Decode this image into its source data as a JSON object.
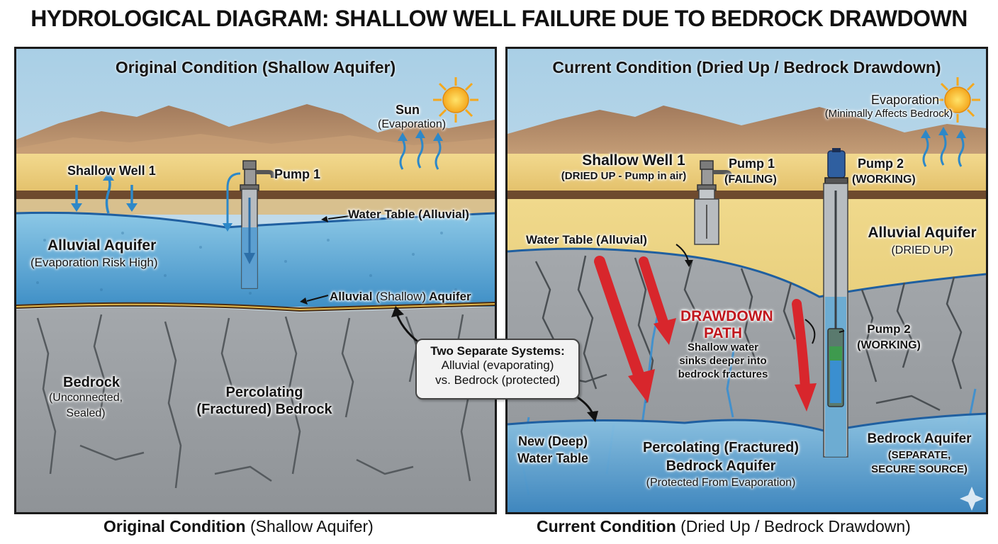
{
  "title": "HYDROLOGICAL DIAGRAM: SHALLOW WELL FAILURE DUE TO BEDROCK DRAWDOWN",
  "left": {
    "heading": "Original Condition (Shallow Aquifer)",
    "sun_label": "Sun",
    "sun_sub": "(Evaporation)",
    "well_label": "Shallow Well 1",
    "pump_label": "Pump 1",
    "water_table": "Water Table (Alluvial)",
    "aquifer_title": "Alluvial Aquifer",
    "aquifer_sub": "(Evaporation Risk High)",
    "shallow_aquifer_a": "Alluvial ",
    "shallow_aquifer_b": "(Shallow)",
    "shallow_aquifer_c": " Aquifer",
    "bedrock_title": "Bedrock",
    "bedrock_sub1": "(Unconnected,",
    "bedrock_sub2": "Sealed)",
    "perc_line1": "Percolating",
    "perc_line2": "(Fractured) Bedrock"
  },
  "callout": {
    "title": "Two Separate Systems:",
    "line1": "Alluvial (evaporating)",
    "line2": "vs. Bedrock (protected)"
  },
  "right": {
    "heading": "Current Condition (Dried Up / Bedrock Drawdown)",
    "evap_label": "Evaporation",
    "evap_sub": "(Minimally Affects Bedrock)",
    "well_title": "Shallow Well 1",
    "well_sub": "(DRIED UP - Pump in air)",
    "pump1_label": "Pump 1",
    "pump1_status": "(FAILING)",
    "pump2_label": "Pump 2",
    "pump2_status": "(WORKING)",
    "water_table": "Water Table (Alluvial)",
    "aquifer_title": "Alluvial Aquifer",
    "aquifer_sub": "(DRIED UP)",
    "drawdown_line1": "DRAWDOWN",
    "drawdown_line2": "PATH",
    "drawdown_desc1": "Shallow water",
    "drawdown_desc2": "sinks deeper into",
    "drawdown_desc3": "bedrock fractures",
    "pump2b_label": "Pump 2",
    "pump2b_status": "(WORKING)",
    "deep_table1": "New (Deep)",
    "deep_table2": "Water Table",
    "perc_line1": "Percolating (Fractured)",
    "perc_line2": "Bedrock Aquifer",
    "perc_sub": "(Protected From Evaporation)",
    "bedrock_aquifer": "Bedrock Aquifer",
    "bedrock_sub1": "(SEPARATE,",
    "bedrock_sub2": "SECURE SOURCE)"
  },
  "captions": {
    "left_bold": "Original Condition",
    "left_rest": " (Shallow Aquifer)",
    "right_bold": "Current Condition",
    "right_rest": " (Dried Up / Bedrock Drawdown)"
  },
  "colors": {
    "water": "#5aa7d6",
    "bedrock": "#9a9ea2",
    "sand": "#e9cf86",
    "arrow_red": "#d8262c",
    "sky": "#b9d8ea"
  }
}
